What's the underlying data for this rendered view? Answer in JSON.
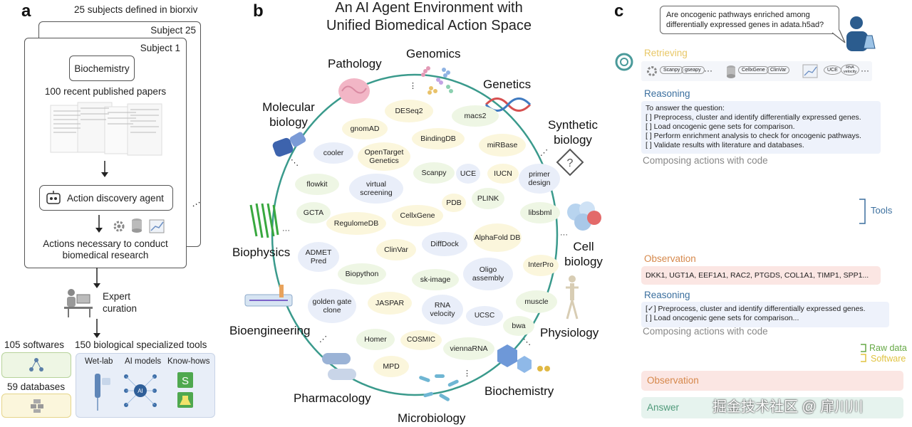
{
  "panels": {
    "a": "a",
    "b": "b",
    "c": "c"
  },
  "panel_a": {
    "top_note": "25 subjects defined in biorxiv",
    "subject25": "Subject 25",
    "subject1": "Subject 1",
    "subject_name": "Biochemistry",
    "papers_label": "100 recent published papers",
    "agent_label": "Action discovery agent",
    "actions_label": "Actions necessary to conduct biomedical research",
    "ellipsis": "···",
    "expert": "Expert curation",
    "softwares": "105 softwares",
    "databases": "59 databases",
    "tools_title": "150 biological specialized tools",
    "wetlab": "Wet-lab",
    "ai_models": "AI models",
    "knowhows": "Know-hows",
    "ai_chip": "AI"
  },
  "panel_b": {
    "title_line1": "An AI Agent Environment with",
    "title_line2": "Unified Biomedical Action Space",
    "fields": {
      "pathology": "Pathology",
      "genomics": "Genomics",
      "genetics": "Genetics",
      "synthetic": "Synthetic biology",
      "molecular": "Molecular biology",
      "cell": "Cell biology",
      "biophysics": "Biophysics",
      "physiology": "Physiology",
      "bioengineering": "Bioengineering",
      "biochemistry": "Biochemistry",
      "pharmacology": "Pharmacology",
      "microbiology": "Microbiology"
    },
    "tools": {
      "deseq2": "DESeq2",
      "macs2": "macs2",
      "gnomad": "gnomAD",
      "bindingdb": "BindingDB",
      "mirbase": "miRBase",
      "cooler": "cooler",
      "opentarget": "OpenTarget Genetics",
      "scanpy": "Scanpy",
      "uce": "UCE",
      "iucn": "IUCN",
      "primer": "primer design",
      "flowkit": "flowkit",
      "virtual": "virtual screening",
      "pdb": "PDB",
      "plink": "PLINK",
      "libsbml": "libsbml",
      "gcta": "GCTA",
      "regulomedb": "RegulomeDB",
      "cellxgene": "CellxGene",
      "alphafold": "AlphaFold DB",
      "diffdock": "DiffDock",
      "admet": "ADMET Pred",
      "clinvar": "ClinVar",
      "interpro": "InterPro",
      "biopython": "Biopython",
      "skimage": "sk-image",
      "oligo": "Oligo assembly",
      "golden": "golden gate clone",
      "jaspar": "JASPAR",
      "rnavel": "RNA velocity",
      "muscle": "muscle",
      "ucsc": "UCSC",
      "bwa": "bwa",
      "homer": "Homer",
      "cosmic": "COSMIC",
      "viennarna": "viennaRNA",
      "mpd": "MPD"
    }
  },
  "panel_c": {
    "question": "Are oncogenic pathways enriched among differentially expressed genes in adata.h5ad?",
    "retrieving": "Retrieving",
    "chips": [
      "Scanpy",
      "gseapy",
      "CellxGene",
      "ClinVar",
      "UCE",
      "RNA velocity"
    ],
    "dots": "···",
    "reasoning1": "Reasoning",
    "reasoning1_lines": [
      "To answer the question:",
      "[  ] Preprocess, cluster and identify differentially expressed genes.",
      "[  ] Load oncogenic gene sets for comparison.",
      "[  ] Perform enrichment analysis to check for oncogenic pathways.",
      "[  ] Validate results with literature and databases."
    ],
    "composing1": "Composing actions with code",
    "tools_label": "Tools",
    "observation1": "Observation",
    "observation1_text": "DKK1, UGT1A, EEF1A1, RAC2, PTGDS, COL1A1, TIMP1, SPP1...",
    "reasoning2": "Reasoning",
    "reasoning2_lines": [
      "[✓] Preprocess, cluster and identify differentially expressed genes.",
      "[  ] Load oncogenic gene sets for comparison..."
    ],
    "composing2": "Composing actions with code",
    "raw_data": "Raw data",
    "software": "Software",
    "observation2": "Observation",
    "answer": "Answer",
    "watermark": "掘金技术社区 @ 扉川川"
  },
  "colors": {
    "circle": "#3a9a8c",
    "retrieving": "#e8c766",
    "reasoning": "#3b6f9e",
    "observation": "#d6884b",
    "answer": "#4f9a7a",
    "tools_bracket": "#3b6f9e",
    "raw_data": "#66a845",
    "software": "#e0c341"
  }
}
